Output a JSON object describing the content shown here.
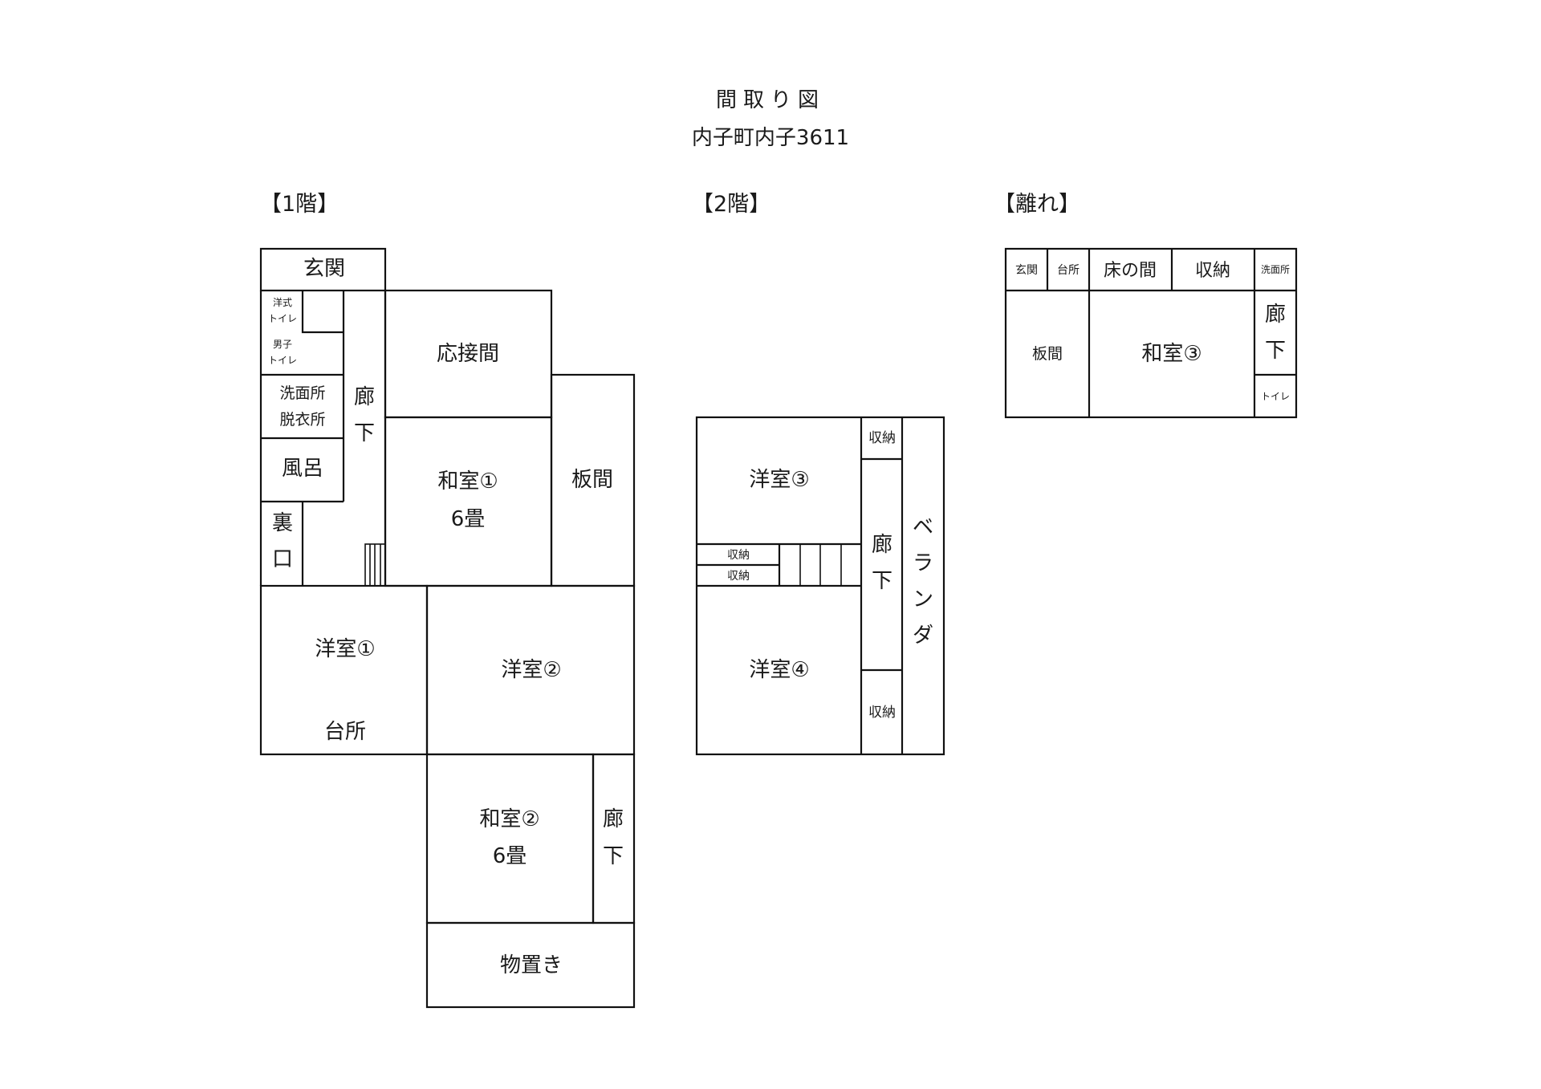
{
  "title": "間取り図",
  "address": "内子町内子3611",
  "floors": {
    "first": {
      "heading": "【1階】",
      "rooms": {
        "genkan": "玄関",
        "yoshiki_toilet_1": "洋式",
        "yoshiki_toilet_2": "トイレ",
        "danshi_toilet_1": "男子",
        "danshi_toilet_2": "トイレ",
        "senmenjo": "洗面所",
        "datsuijo": "脱衣所",
        "furo": "風呂",
        "uraguchi_1": "裏",
        "uraguchi_2": "口",
        "roka_1": "廊",
        "roka_2": "下",
        "osetsuma": "応接間",
        "washitsu1": "和室①",
        "washitsu1_size": "6畳",
        "itama": "板間",
        "yoshitsu1": "洋室①",
        "daidokoro": "台所",
        "yoshitsu2": "洋室②",
        "washitsu2": "和室②",
        "washitsu2_size": "6畳",
        "roka2_1": "廊",
        "roka2_2": "下",
        "monooki": "物置き"
      }
    },
    "second": {
      "heading": "【2階】",
      "rooms": {
        "yoshitsu3": "洋室③",
        "shuno_a": "収納",
        "shuno_b": "収納",
        "yoshitsu4": "洋室④",
        "shuno_top": "収納",
        "roka_1": "廊",
        "roka_2": "下",
        "shuno_bottom": "収納",
        "veranda_1": "ベ",
        "veranda_2": "ラ",
        "veranda_3": "ン",
        "veranda_4": "ダ"
      }
    },
    "annex": {
      "heading": "【離れ】",
      "rooms": {
        "genkan": "玄関",
        "daidokoro": "台所",
        "tokonoma": "床の間",
        "shuno": "収納",
        "senmenjo": "洗面所",
        "itama": "板間",
        "washitsu3": "和室③",
        "roka_1": "廊",
        "roka_2": "下",
        "toilet": "トイレ"
      }
    }
  }
}
